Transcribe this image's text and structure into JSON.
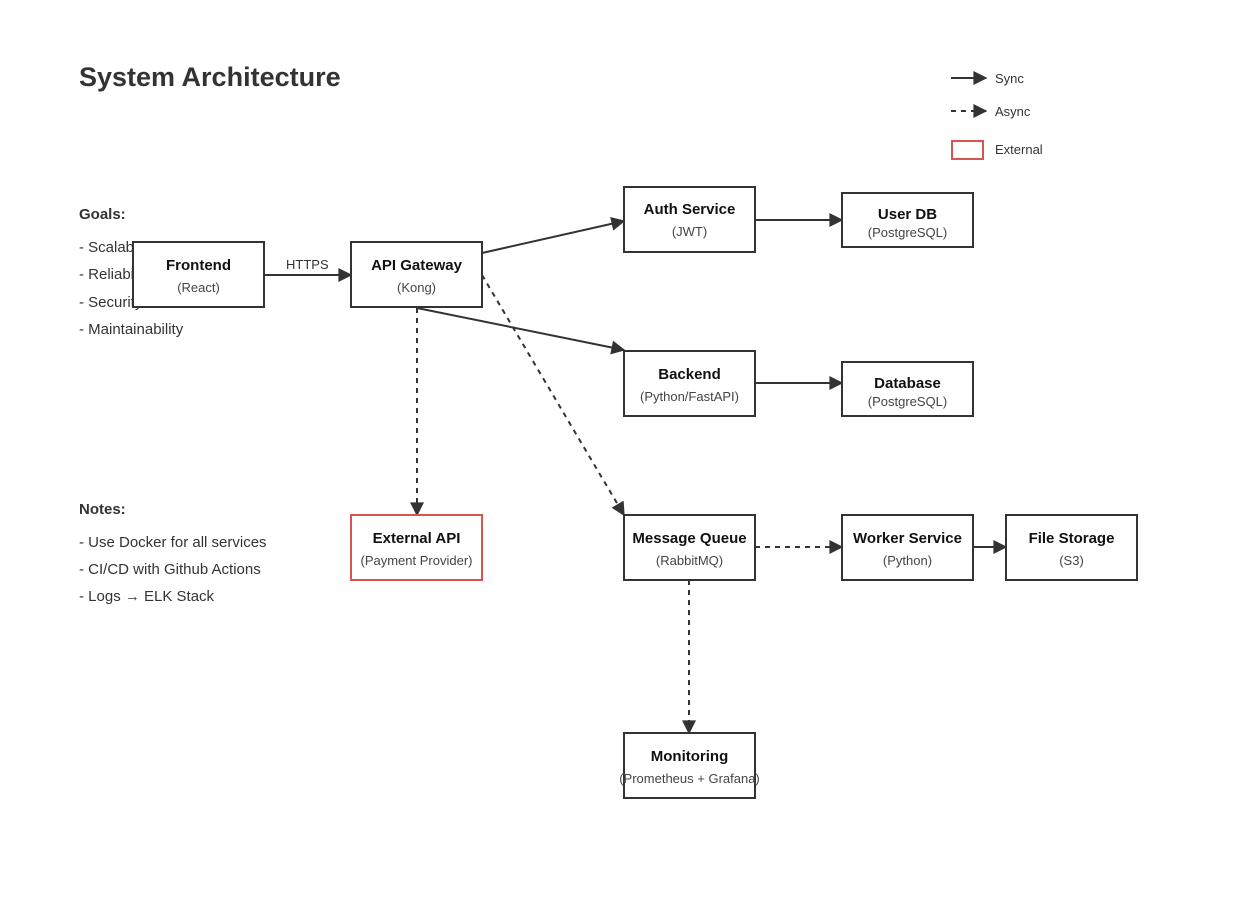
{
  "title": "System Architecture",
  "goals": {
    "heading": "Goals:",
    "items": [
      "- Scalability",
      "- Reliability",
      "- Security",
      "- Maintainability"
    ]
  },
  "notes": {
    "heading": "Notes:",
    "items": [
      "- Use Docker for all services",
      "- CI/CD with Github Actions",
      "- Logs → ELK Stack"
    ]
  },
  "legend": {
    "sync": "Sync",
    "async": "Async",
    "external": "External"
  },
  "nodes": {
    "frontend": {
      "name": "Frontend",
      "sub": "(React)"
    },
    "api_gateway": {
      "name": "API Gateway",
      "sub": "(Kong)"
    },
    "auth_service": {
      "name": "Auth Service",
      "sub": "(JWT)"
    },
    "user_db": {
      "name": "User DB",
      "sub": "(PostgreSQL)"
    },
    "backend": {
      "name": "Backend",
      "sub": "(Python/FastAPI)"
    },
    "database": {
      "name": "Database",
      "sub": "(PostgreSQL)"
    },
    "external_api": {
      "name": "External API",
      "sub": "(Payment Provider)"
    },
    "message_queue": {
      "name": "Message Queue",
      "sub": "(RabbitMQ)"
    },
    "worker_service": {
      "name": "Worker Service",
      "sub": "(Python)"
    },
    "file_storage": {
      "name": "File Storage",
      "sub": "(S3)"
    },
    "monitoring": {
      "name": "Monitoring",
      "sub": "(Prometheus + Grafana)"
    }
  },
  "edges": {
    "frontend_to_gateway": "HTTPS"
  },
  "colors": {
    "stroke": "#333333",
    "external": "#d9534f"
  }
}
